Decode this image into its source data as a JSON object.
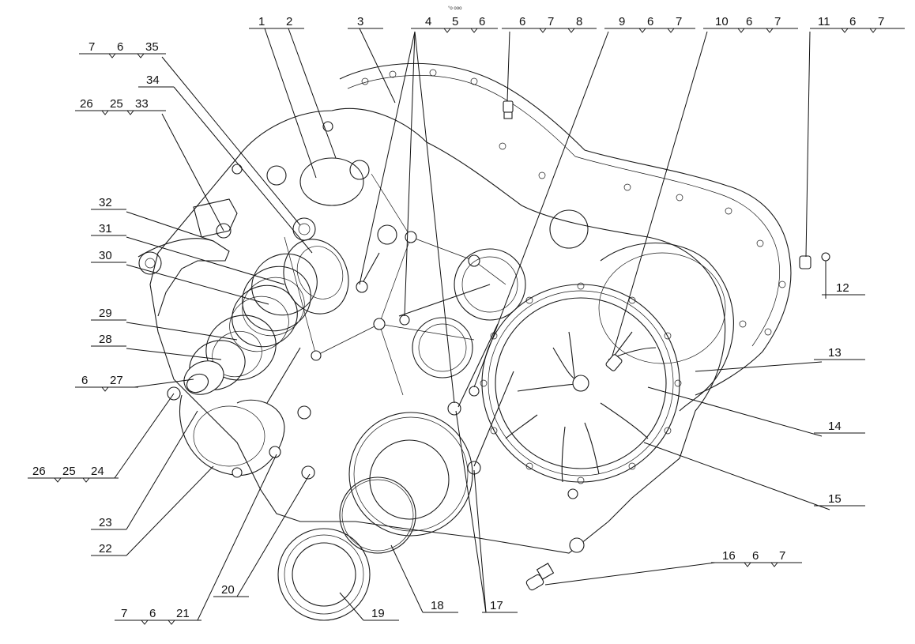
{
  "header_mark": "°o ooo",
  "colors": {
    "ink": "#111111",
    "paper": "#ffffff"
  },
  "callouts": [
    {
      "id": "c-1",
      "numbers": [
        "1"
      ]
    },
    {
      "id": "c-2",
      "numbers": [
        "2"
      ]
    },
    {
      "id": "c-3",
      "numbers": [
        "3"
      ]
    },
    {
      "id": "c-4-5-6",
      "numbers": [
        "4",
        "5",
        "6"
      ]
    },
    {
      "id": "c-6-7-8",
      "numbers": [
        "6",
        "7",
        "8"
      ]
    },
    {
      "id": "c-9-6-7",
      "numbers": [
        "9",
        "6",
        "7"
      ]
    },
    {
      "id": "c-10-6-7",
      "numbers": [
        "10",
        "6",
        "7"
      ]
    },
    {
      "id": "c-11-6-7",
      "numbers": [
        "11",
        "6",
        "7"
      ]
    },
    {
      "id": "c-7-6-35",
      "numbers": [
        "7",
        "6",
        "35"
      ]
    },
    {
      "id": "c-34",
      "numbers": [
        "34"
      ]
    },
    {
      "id": "c-26-25-33",
      "numbers": [
        "26",
        "25",
        "33"
      ]
    },
    {
      "id": "c-32",
      "numbers": [
        "32"
      ]
    },
    {
      "id": "c-31",
      "numbers": [
        "31"
      ]
    },
    {
      "id": "c-30",
      "numbers": [
        "30"
      ]
    },
    {
      "id": "c-29",
      "numbers": [
        "29"
      ]
    },
    {
      "id": "c-28",
      "numbers": [
        "28"
      ]
    },
    {
      "id": "c-6-27",
      "numbers": [
        "6",
        "27"
      ]
    },
    {
      "id": "c-26-25-24",
      "numbers": [
        "26",
        "25",
        "24"
      ]
    },
    {
      "id": "c-23",
      "numbers": [
        "23"
      ]
    },
    {
      "id": "c-22",
      "numbers": [
        "22"
      ]
    },
    {
      "id": "c-7-6-21",
      "numbers": [
        "7",
        "6",
        "21"
      ]
    },
    {
      "id": "c-20",
      "numbers": [
        "20"
      ]
    },
    {
      "id": "c-19",
      "numbers": [
        "19"
      ]
    },
    {
      "id": "c-18",
      "numbers": [
        "18"
      ]
    },
    {
      "id": "c-17",
      "numbers": [
        "17"
      ]
    },
    {
      "id": "c-16-6-7",
      "numbers": [
        "16",
        "6",
        "7"
      ]
    },
    {
      "id": "c-15",
      "numbers": [
        "15"
      ]
    },
    {
      "id": "c-14",
      "numbers": [
        "14"
      ]
    },
    {
      "id": "c-13",
      "numbers": [
        "13"
      ]
    },
    {
      "id": "c-12",
      "numbers": [
        "12"
      ]
    }
  ]
}
